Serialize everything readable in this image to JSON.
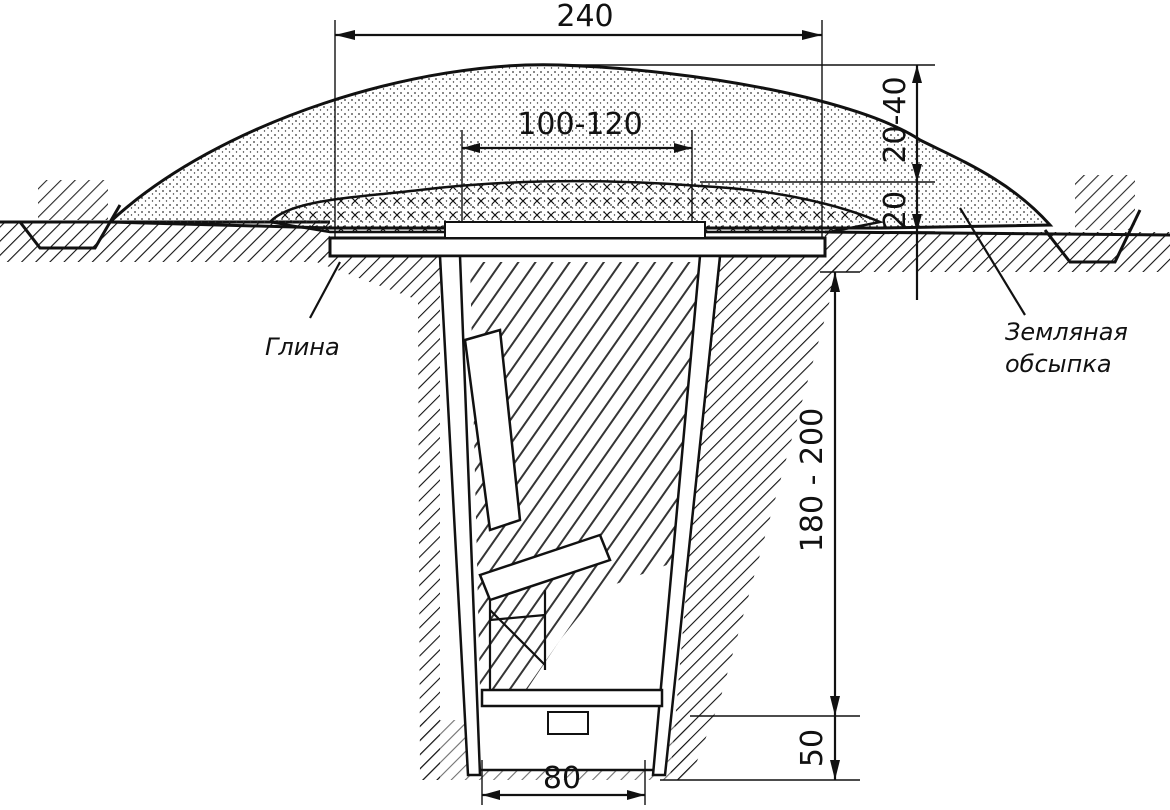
{
  "dimensions": {
    "top_width": "240",
    "inner_width": "100-120",
    "mound_height": "20-40",
    "slab_thickness": "20",
    "depth": "180 - 200",
    "bottom_gap": "50",
    "bottom_width": "80"
  },
  "labels": {
    "clay": "Глина",
    "earth_fill_line1": "Земляная",
    "earth_fill_line2": "обсыпка"
  }
}
